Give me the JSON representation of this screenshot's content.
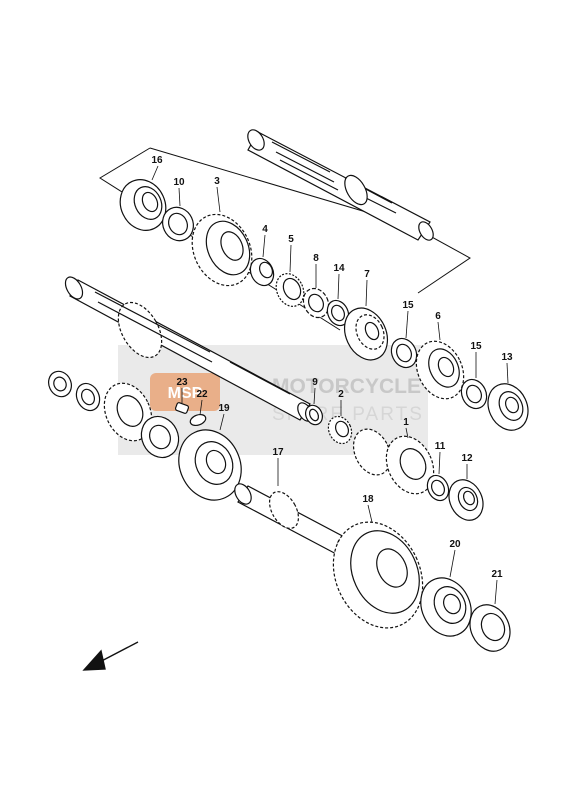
{
  "watermark": {
    "logo_text": "MSP",
    "line1": "MOTORCYCLE",
    "line2": "SPARE PARTS",
    "logo_color": "#e8a070",
    "band_color": "#d9d9d9"
  },
  "callouts": [
    {
      "id": "16",
      "label": "16"
    },
    {
      "id": "10",
      "label": "10"
    },
    {
      "id": "3",
      "label": "3"
    },
    {
      "id": "4",
      "label": "4"
    },
    {
      "id": "5",
      "label": "5"
    },
    {
      "id": "8",
      "label": "8"
    },
    {
      "id": "14",
      "label": "14"
    },
    {
      "id": "7",
      "label": "7"
    },
    {
      "id": "15a",
      "label": "15"
    },
    {
      "id": "6",
      "label": "6"
    },
    {
      "id": "15b",
      "label": "15"
    },
    {
      "id": "13",
      "label": "13"
    },
    {
      "id": "23",
      "label": "23"
    },
    {
      "id": "22",
      "label": "22"
    },
    {
      "id": "19",
      "label": "19"
    },
    {
      "id": "9",
      "label": "9"
    },
    {
      "id": "2",
      "label": "2"
    },
    {
      "id": "1",
      "label": "1"
    },
    {
      "id": "11",
      "label": "11"
    },
    {
      "id": "12",
      "label": "12"
    },
    {
      "id": "17",
      "label": "17"
    },
    {
      "id": "18",
      "label": "18"
    },
    {
      "id": "20",
      "label": "20"
    },
    {
      "id": "21",
      "label": "21"
    }
  ],
  "front_arrow": {
    "icon": "front-direction-arrow-icon"
  }
}
